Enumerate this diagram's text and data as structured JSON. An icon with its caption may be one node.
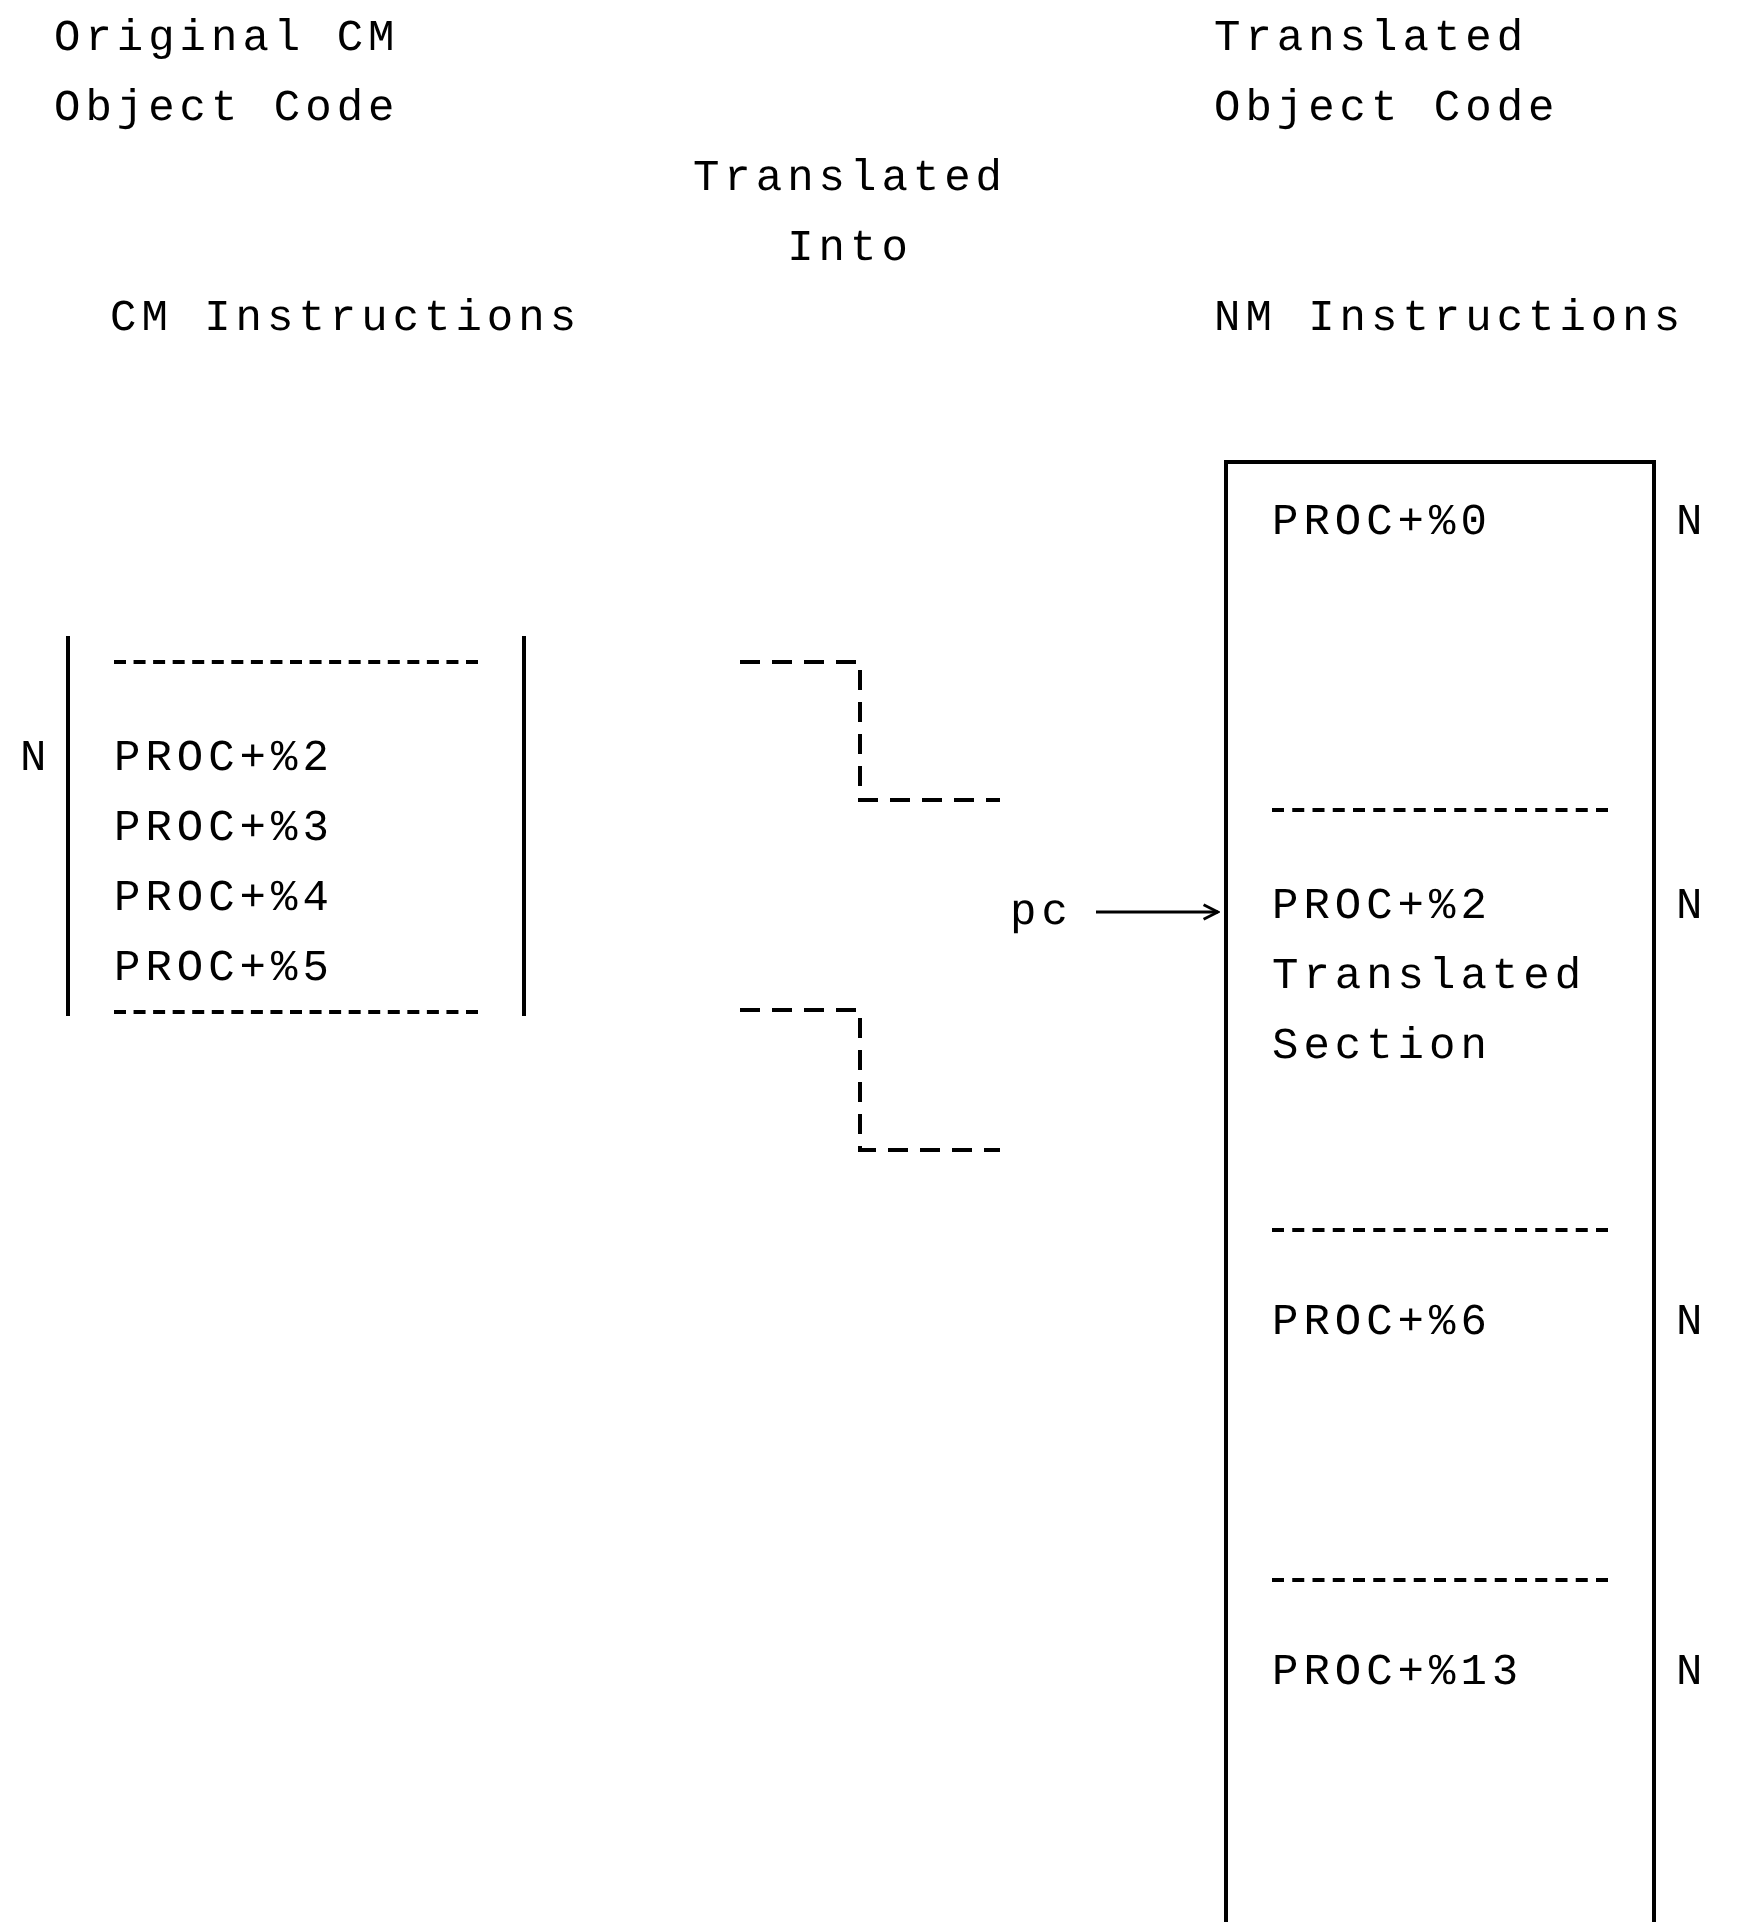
{
  "diagram": {
    "nodes": [
      {
        "text": [
          "PROC+%2",
          "PROC+%3",
          "PROC+%4",
          "PROC+%5"
        ],
        "beside": [
          "N"
        ]
      },
      {
        "text": [],
        "shape": "box"
      },
      {
        "text": [
          "PROC+%0"
        ],
        "in": 1
      },
      {
        "text": [
          "PROC+%2",
          "Translated Section"
        ],
        "beside": [
          "N"
        ],
        "in": 1
      },
      {
        "text": [
          "PROC+%6"
        ],
        "beside": [
          "N"
        ],
        "in": 1
      },
      {
        "text": [
          "PROC+%13"
        ],
        "beside": [
          "N"
        ],
        "in": 1
      }
    ],
    "edges": [
      {
        "from": null,
        "to": 3,
        "arrow": "to",
        "label": "pc"
      }
    ],
    "labels": [
      "Original CM Object Code",
      "Translated Object Code",
      "Translated Into",
      "CM Instructions",
      "NM Instructions",
      "N"
    ]
  }
}
